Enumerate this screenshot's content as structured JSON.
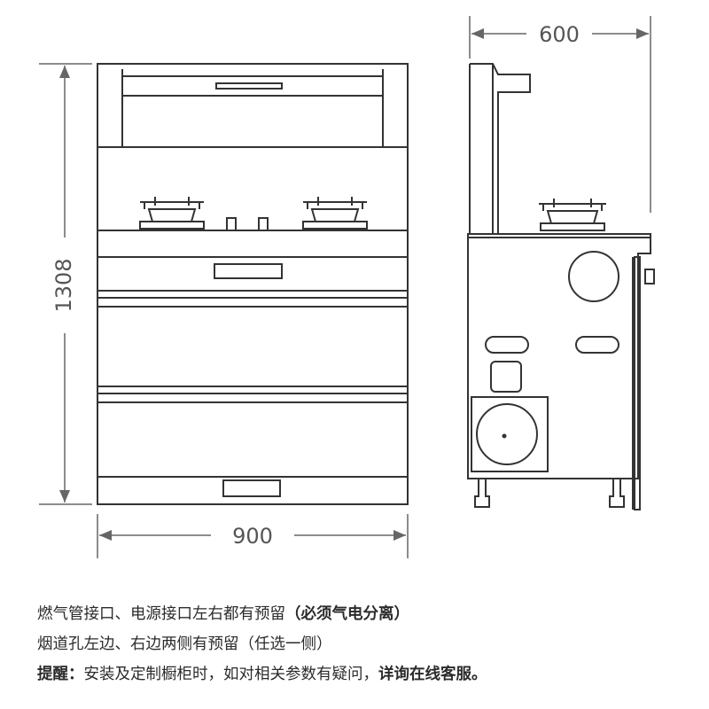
{
  "dimensions": {
    "width_front": "900",
    "height": "1308",
    "depth_side": "600"
  },
  "notes": {
    "line1_text": "燃气管接口、电源接口左右都有预留",
    "line1_bold": "（必须气电分离）",
    "line2_text": "烟道孔左边、右边两侧有预留（任选一侧）",
    "line3_prefix": "提醒：",
    "line3_text": "安装及定制橱柜时，如对相关参数有疑问，",
    "line3_bold": "详询在线客服。"
  },
  "colors": {
    "line": "#333333",
    "dimension": "#666666"
  }
}
